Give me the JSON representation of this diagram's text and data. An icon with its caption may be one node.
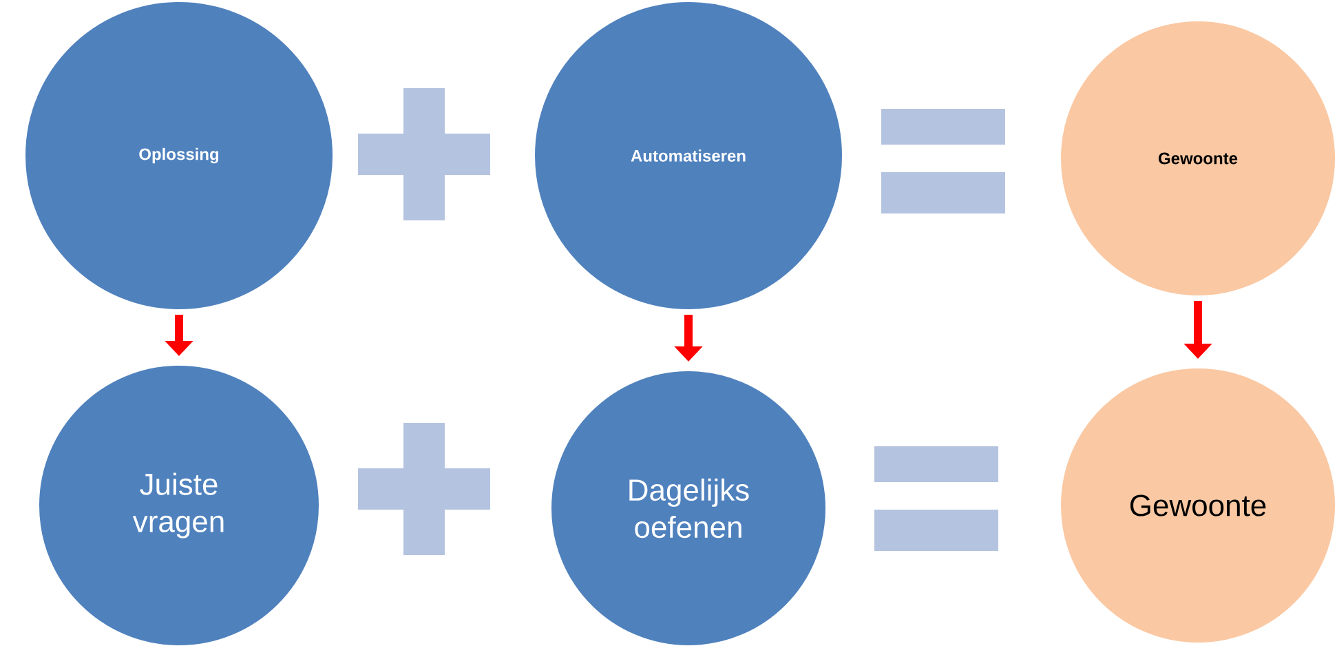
{
  "diagram": {
    "nodes": [
      {
        "text": [
          "Oplossing"
        ]
      },
      {
        "text": [
          "Automatiseren"
        ]
      },
      {
        "text": [
          "Gewoonte"
        ]
      },
      {
        "text": [
          "Juiste vragen"
        ]
      },
      {
        "text": [
          "Dagelijks oefenen"
        ]
      },
      {
        "text": [
          "Gewoonte"
        ]
      }
    ],
    "edges": [
      {
        "from": 0,
        "to": 3,
        "arrow": "to"
      },
      {
        "from": 1,
        "to": 4,
        "arrow": "to"
      },
      {
        "from": 2,
        "to": 5,
        "arrow": "to"
      }
    ]
  }
}
